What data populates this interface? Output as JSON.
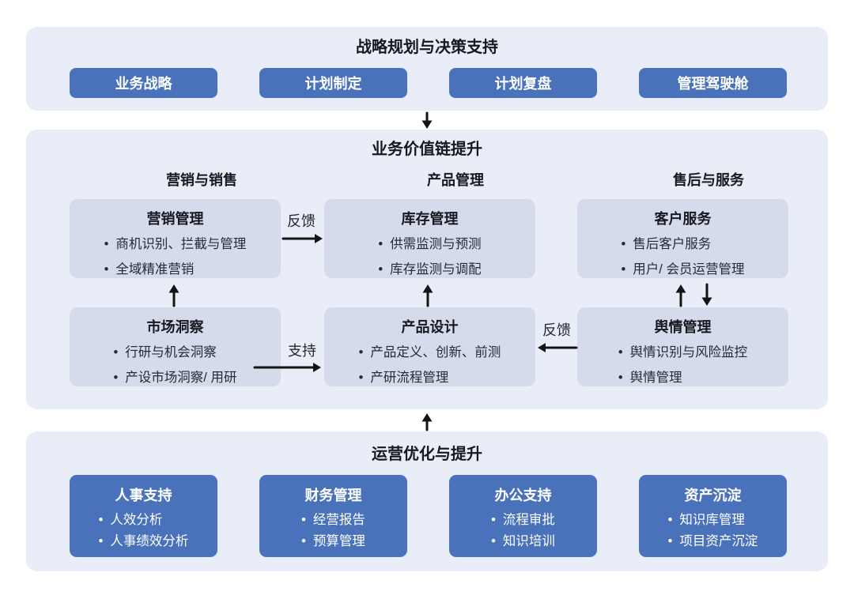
{
  "colors": {
    "panel_bg": "#E9EDF7",
    "light_box_bg": "#D6DBEC",
    "blue_box_bg": "#4A72BB",
    "title_text": "#17191f",
    "bullet_text": "#262a33",
    "box_text_on_blue": "#FFFFFF",
    "arrow": "#141414"
  },
  "strategy": {
    "title": "战略规划与决策支持",
    "items": [
      {
        "label": "业务战略"
      },
      {
        "label": "计划制定"
      },
      {
        "label": "计划复盘"
      },
      {
        "label": "管理驾驶舱"
      }
    ]
  },
  "value_chain": {
    "title": "业务价值链提升",
    "columns": [
      {
        "header": "营销与销售",
        "boxes": [
          {
            "title": "营销管理",
            "bullets": [
              "商机识别、拦截与管理",
              "全域精准营销"
            ]
          },
          {
            "title": "市场洞察",
            "bullets": [
              "行研与机会洞察",
              "产设市场洞察/ 用研"
            ]
          }
        ]
      },
      {
        "header": "产品管理",
        "boxes": [
          {
            "title": "库存管理",
            "bullets": [
              "供需监测与预测",
              "库存监测与调配"
            ]
          },
          {
            "title": "产品设计",
            "bullets": [
              "产品定义、创新、前测",
              "产研流程管理"
            ]
          }
        ]
      },
      {
        "header": "售后与服务",
        "boxes": [
          {
            "title": "客户服务",
            "bullets": [
              "售后客户服务",
              "用户/ 会员运营管理"
            ]
          },
          {
            "title": "舆情管理",
            "bullets": [
              "舆情识别与风险监控",
              "舆情管理"
            ]
          }
        ]
      }
    ],
    "arrows": {
      "feedback_top": "反馈",
      "support": "支持",
      "feedback_right": "反馈"
    }
  },
  "operations": {
    "title": "运营优化与提升",
    "boxes": [
      {
        "title": "人事支持",
        "bullets": [
          "人效分析",
          "人事绩效分析"
        ]
      },
      {
        "title": "财务管理",
        "bullets": [
          "经营报告",
          "预算管理"
        ]
      },
      {
        "title": "办公支持",
        "bullets": [
          "流程审批",
          "知识培训"
        ]
      },
      {
        "title": "资产沉淀",
        "bullets": [
          "知识库管理",
          "项目资产沉淀"
        ]
      }
    ]
  }
}
